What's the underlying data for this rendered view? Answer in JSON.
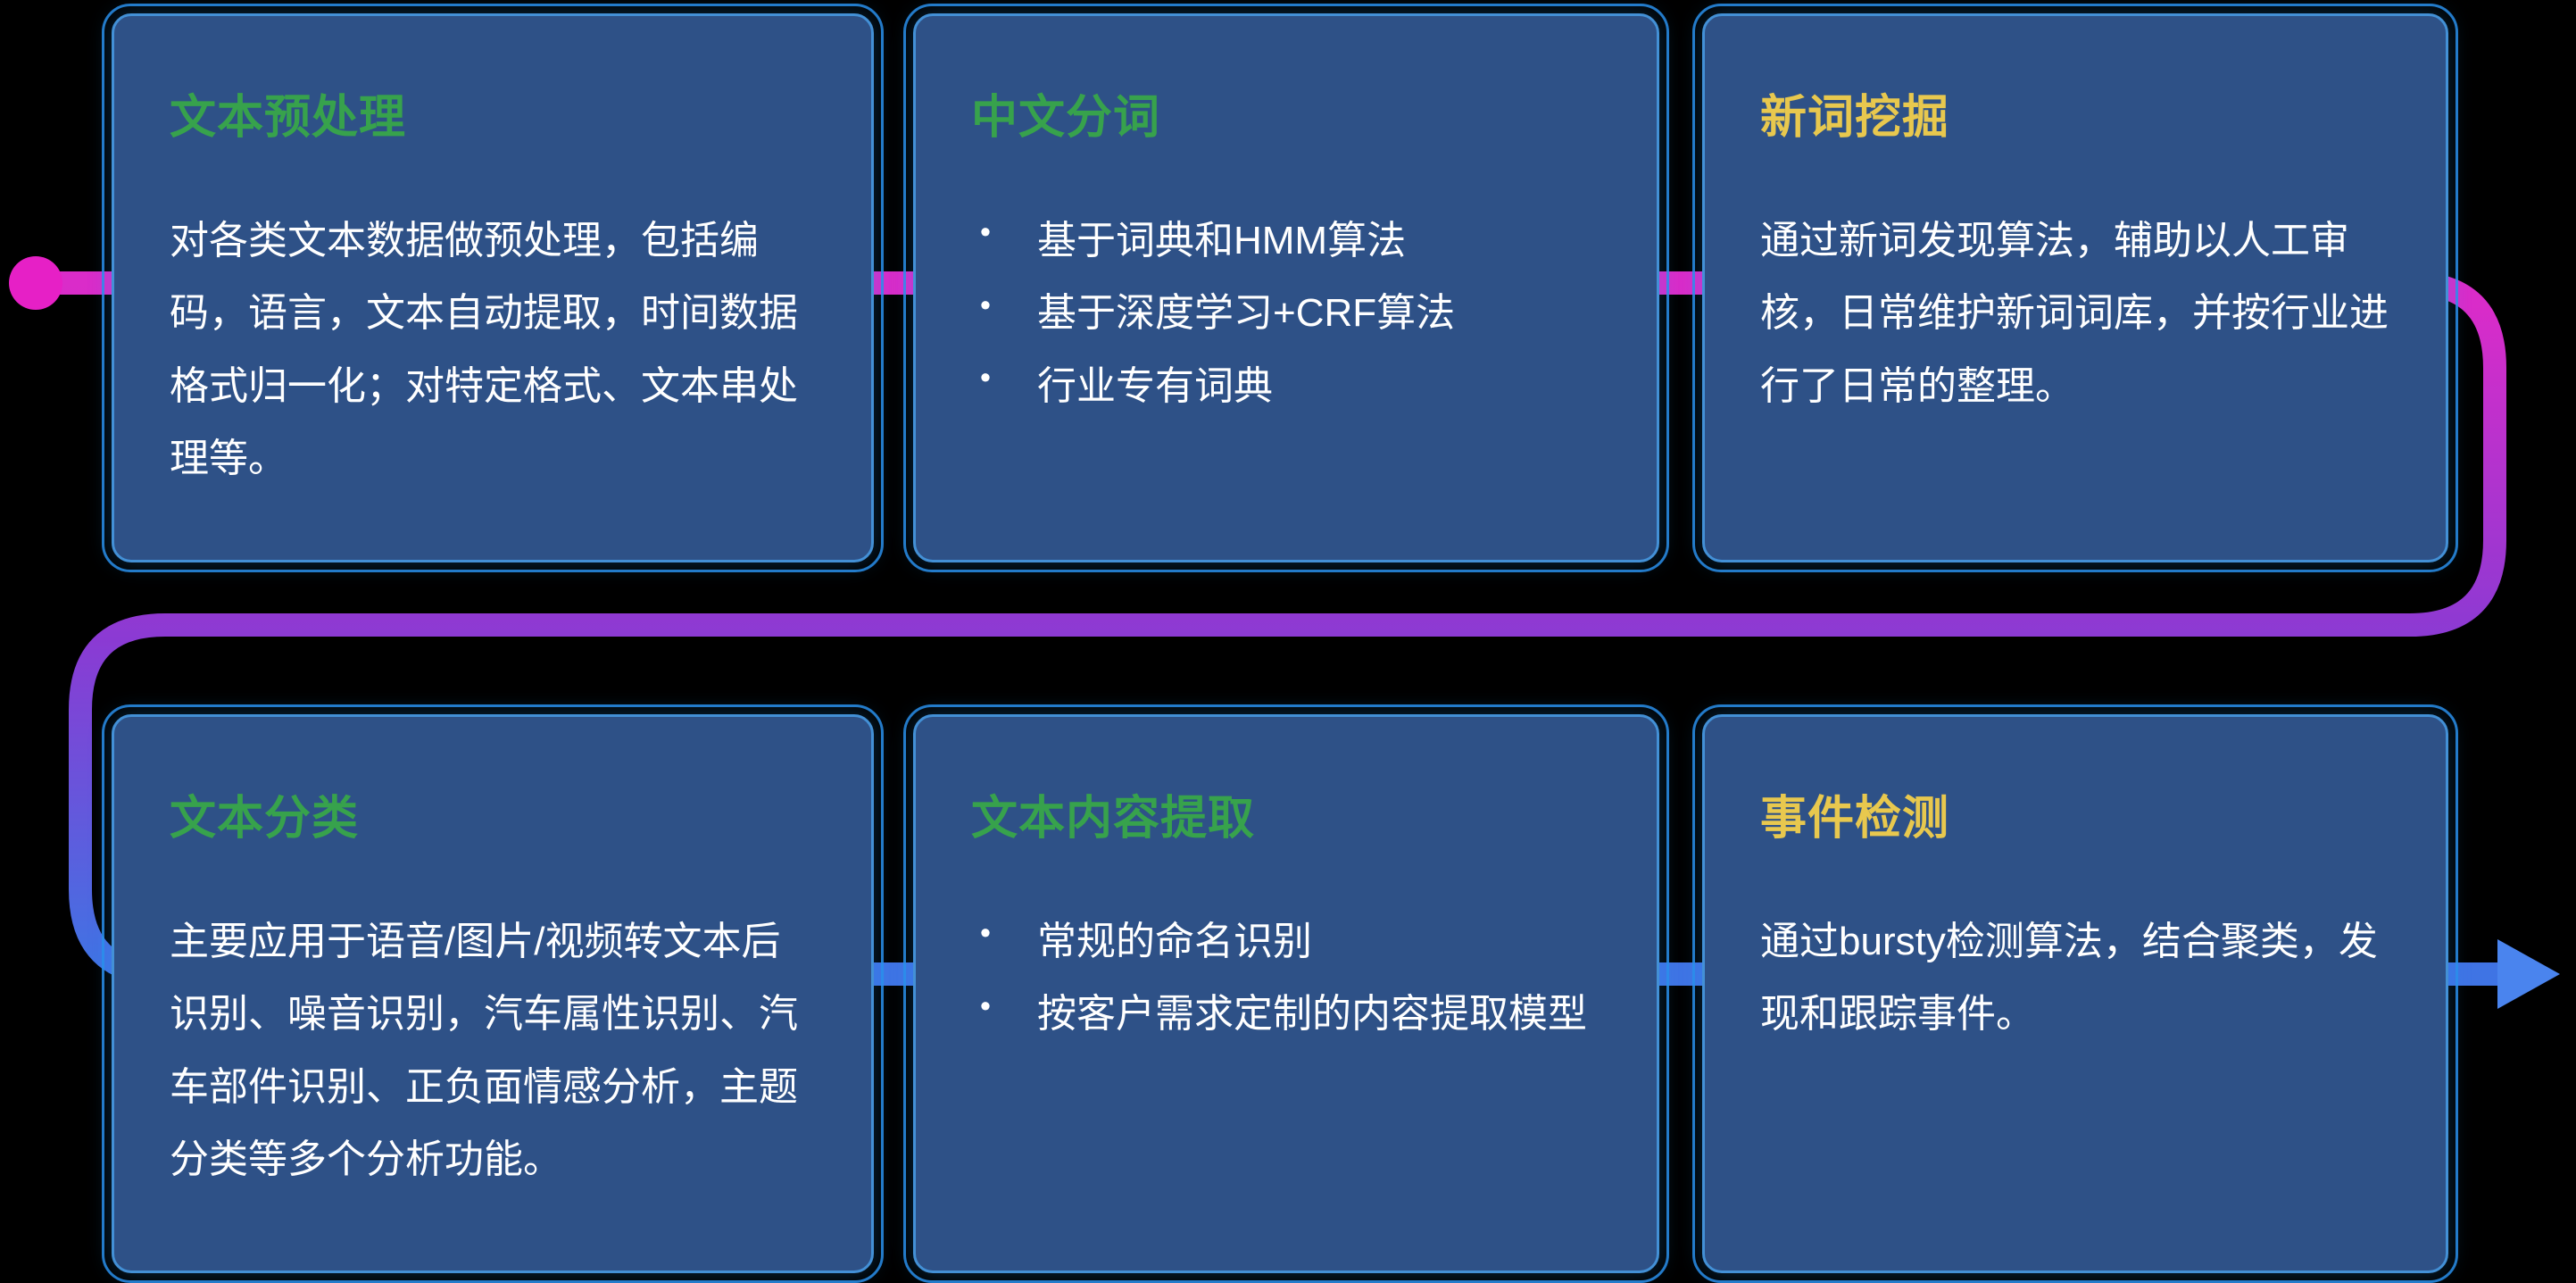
{
  "page": {
    "background": "#000000"
  },
  "flow": {
    "description": "s-shaped pipeline connector through two rows of cards",
    "gradient_top": "#e02ac9",
    "gradient_mid": "#8b3ad3",
    "gradient_bottom": "#3f74e4",
    "start_dot_color": "#e620c6",
    "arrow_color": "#4a84ee",
    "start_marker": "dot",
    "end_marker": "arrow"
  },
  "colors": {
    "card_bg": "#2e5187",
    "card_border": "#4390d6",
    "card_outline_glow": "#298feb",
    "title_green": "#37a24c",
    "title_yellow": "#e8c84e",
    "body_text": "#ffffff"
  },
  "cards": [
    {
      "name": "text-preprocessing",
      "title": "文本预处理",
      "title_color": "#37a24c",
      "body": "对各类文本数据做预处理，包括编码，语言，文本自动提取，时间数据格式归一化；对特定格式、文本串处理等。"
    },
    {
      "name": "chinese-word-segmentation",
      "title": "中文分词",
      "title_color": "#37a24c",
      "bullets": [
        "基于词典和HMM算法",
        "基于深度学习+CRF算法",
        "行业专有词典"
      ]
    },
    {
      "name": "new-word-mining",
      "title": "新词挖掘",
      "title_color": "#e8c84e",
      "body": "通过新词发现算法，辅助以人工审核，日常维护新词词库，并按行业进行了日常的整理。"
    },
    {
      "name": "text-classification",
      "title": "文本分类",
      "title_color": "#37a24c",
      "body": "主要应用于语音/图片/视频转文本后识别、噪音识别，汽车属性识别、汽车部件识别、正负面情感分析，主题分类等多个分析功能。"
    },
    {
      "name": "text-content-extraction",
      "title": "文本内容提取",
      "title_color": "#37a24c",
      "bullets": [
        "常规的命名识别",
        "按客户需求定制的内容提取模型"
      ]
    },
    {
      "name": "event-detection",
      "title": "事件检测",
      "title_color": "#e8c84e",
      "body": "通过bursty检测算法，结合聚类，发现和跟踪事件。"
    }
  ]
}
